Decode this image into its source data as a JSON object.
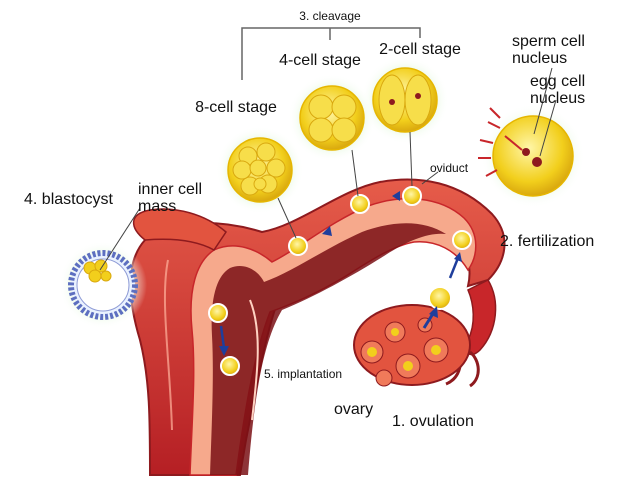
{
  "labels": {
    "cleavage": "3. cleavage",
    "cell2": "2-cell stage",
    "cell4": "4-cell stage",
    "cell8": "8-cell stage",
    "sperm_line1": "sperm cell",
    "sperm_line2": "nucleus",
    "egg_line1": "egg cell",
    "egg_line2": "nucleus",
    "oviduct": "oviduct",
    "blastocyst": "4. blastocyst",
    "inner_line1": "inner cell",
    "inner_line2": "mass",
    "fertilization": "2. fertilization",
    "implantation": "5. implantation",
    "ovary": "ovary",
    "ovulation": "1. ovulation"
  },
  "colors": {
    "uterus": "#c8262a",
    "uterus_dark": "#8e1a1e",
    "uterus_light": "#e9735a",
    "cell_yellow": "#f2cf1c",
    "cell_glow": "#c9efc3",
    "arrow_blue": "#1f3e9c"
  }
}
